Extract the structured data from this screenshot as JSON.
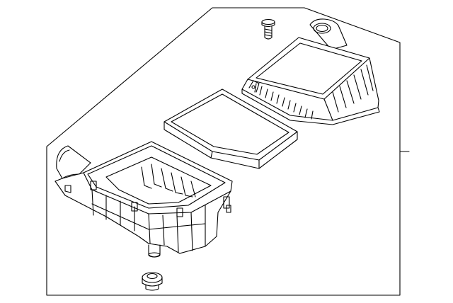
{
  "diagram": {
    "kind": "exploded parts illustration",
    "line_color": "#000000",
    "background_color": "#ffffff",
    "parts": [
      {
        "id": "upper-housing-cover",
        "icon": "air-cleaner-cover-icon"
      },
      {
        "id": "mounting-bolt",
        "icon": "bolt-icon"
      },
      {
        "id": "filter-element",
        "icon": "air-filter-icon"
      },
      {
        "id": "lower-housing",
        "icon": "air-box-icon"
      },
      {
        "id": "drain-grommet",
        "icon": "grommet-icon"
      }
    ],
    "labels": []
  }
}
